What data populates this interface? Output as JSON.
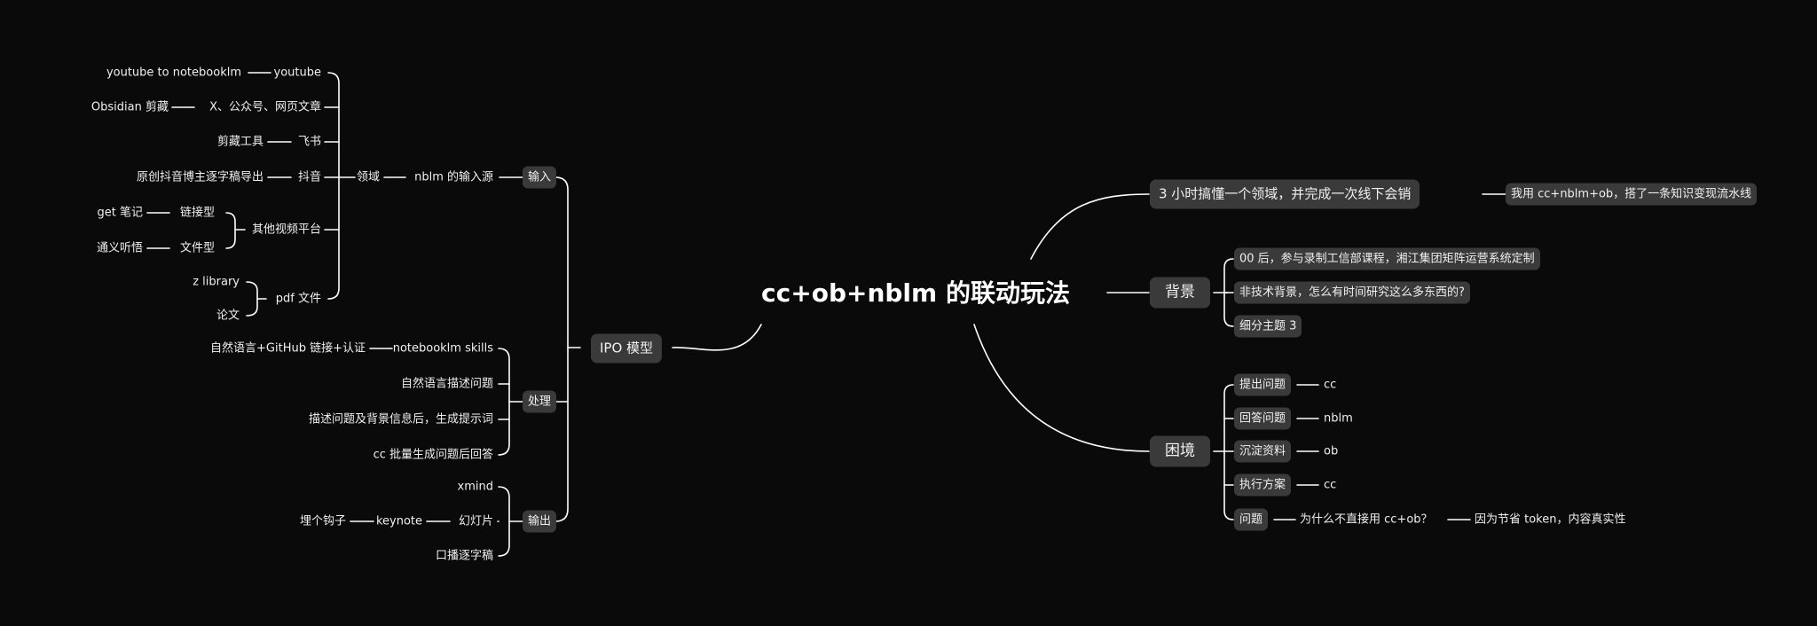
{
  "root": "cc+ob+nblm 的联动玩法",
  "left": {
    "ipo": "IPO 模型",
    "input": {
      "label": "输入",
      "source": "nblm 的输入源",
      "domain": "领域",
      "youtube": "youtube",
      "youtube_tool": "youtube to notebooklm",
      "x": "X、公众号、网页文章",
      "obsidian": "Obsidian 剪藏",
      "feishu": "飞书",
      "clip_tool": "剪藏工具",
      "douyin": "抖音",
      "douyin_export": "原创抖音博主逐字稿导出",
      "other_video": "其他视频平台",
      "link_type": "链接型",
      "get_notes": "get 笔记",
      "file_type": "文件型",
      "tongyi": "通义听悟",
      "pdf": "pdf 文件",
      "zlib": "z library",
      "papers": "论文"
    },
    "process": {
      "label": "处理",
      "skills": "notebooklm skills",
      "skills_detail": "自然语言+GitHub 链接+认证",
      "describe": "自然语言描述问题",
      "prompt": "描述问题及背景信息后，生成提示词",
      "batch": "cc 批量生成问题后回答"
    },
    "output": {
      "label": "输出",
      "xmind": "xmind",
      "slides": "幻灯片",
      "keynote": "keynote",
      "hook": "埋个钩子",
      "script": "口播逐字稿"
    }
  },
  "right": {
    "goal": {
      "label": "3 小时搞懂一个领域，并完成一次线下会销",
      "detail": "我用 cc+nblm+ob，搭了一条知识变现流水线"
    },
    "background": {
      "label": "背景",
      "items": [
        "00 后，参与录制工信部课程，湘江集团矩阵运营系统定制",
        "非技术背景，怎么有时间研究这么多东西的?",
        "细分主题 3"
      ]
    },
    "dilemma": {
      "label": "困境",
      "items": [
        {
          "label": "提出问题",
          "value": "cc"
        },
        {
          "label": "回答问题",
          "value": "nblm"
        },
        {
          "label": "沉淀资料",
          "value": "ob"
        },
        {
          "label": "执行方案",
          "value": "cc"
        }
      ],
      "question": {
        "label": "问题",
        "q": "为什么不直接用 cc+ob？",
        "a": "因为节省 token，内容真实性"
      }
    }
  }
}
